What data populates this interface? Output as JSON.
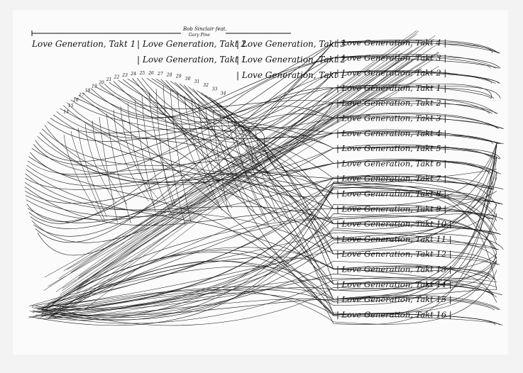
{
  "header": {
    "artist": "Bob Sinclair feat.",
    "featuring": "Gary Pine"
  },
  "top_rows": [
    [
      "Love Generation, Takt 1",
      "| Love Generation, Takt 2",
      "| Love Generation, Takt 3"
    ],
    [
      "| Love Generation, Takt 1",
      "| Love Generation, Takt 2"
    ],
    [
      "| Love Generation, Takt 1"
    ]
  ],
  "right_column": [
    "| Love Generation, Takt 4 |",
    "| Love Generation, Takt 3 |",
    "| Love Generation, Takt 2 |",
    "| Love Generation, Takt 1 |",
    "| Love Generation, Takt 2 |",
    "| Love Generation, Takt 3 |",
    "| Love Generation, Takt 4 |",
    "| Love Generation, Takt 5 |",
    "| Love Generation, Takt 6 |",
    "| Love Generation, Takt 7 |",
    "| Love Generation, Takt 8 |",
    "| Love Generation, Takt 9 |",
    "| Love Generation, Takt 10 |",
    "| Love Generation, Takt 11 |",
    "| Love Generation, Takt 12 |",
    "| Love Generation, Takt 13 |",
    "| Love Generation, Takt 14 |",
    "| Love Generation, Takt 15 |",
    "| Love Generation, Takt 16 |"
  ],
  "arc_numbers": [
    "14",
    "15",
    "16",
    "17",
    "18",
    "19",
    "20",
    "21",
    "22",
    "23",
    "24",
    "25",
    "26",
    "27",
    "28",
    "29",
    "30",
    "31",
    "32",
    "33",
    "34"
  ],
  "colors": {
    "ink": "#111111",
    "paper": "#fbfbfb",
    "background": "#f3f3f3"
  }
}
